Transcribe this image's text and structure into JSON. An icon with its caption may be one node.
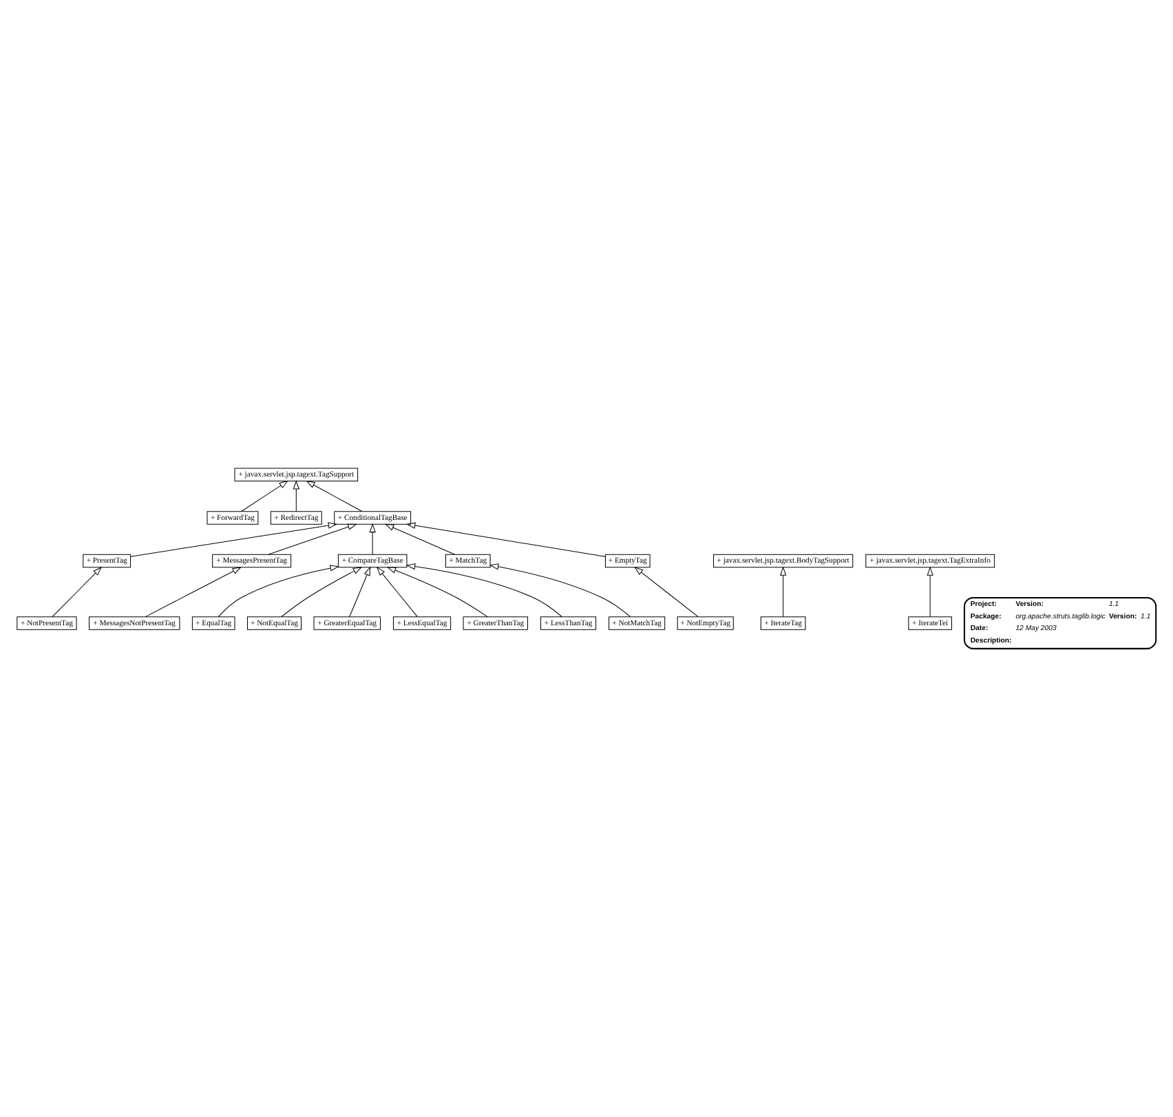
{
  "diagram": {
    "nodes": [
      {
        "text": [
          "+ javax.servlet.jsp.tagext.TagSupport"
        ]
      },
      {
        "text": [
          "+ ForwardTag"
        ]
      },
      {
        "text": [
          "+ RedirectTag"
        ]
      },
      {
        "text": [
          "+ ConditionalTagBase"
        ]
      },
      {
        "text": [
          "+ PresentTag"
        ]
      },
      {
        "text": [
          "+ MessagesPresentTag"
        ]
      },
      {
        "text": [
          "+ CompareTagBase"
        ]
      },
      {
        "text": [
          "+ MatchTag"
        ]
      },
      {
        "text": [
          "+ EmptyTag"
        ]
      },
      {
        "text": [
          "+ NotPresentTag"
        ]
      },
      {
        "text": [
          "+ EqualTag"
        ]
      },
      {
        "text": [
          "+ NotEqualTag"
        ]
      },
      {
        "text": [
          "+ GreaterEqualTag"
        ]
      },
      {
        "text": [
          "+ LessEqualTag"
        ]
      },
      {
        "text": [
          "+ NotEmptyTag"
        ]
      },
      {
        "text": [
          "+ MessagesNotPresentTag"
        ]
      },
      {
        "text": [
          "+ NotMatchTag"
        ]
      },
      {
        "text": [
          "+ GreaterThanTag"
        ]
      },
      {
        "text": [
          "+ LessThanTag"
        ]
      },
      {
        "text": [
          "+ javax.servlet.jsp.tagext.BodyTagSupport"
        ]
      },
      {
        "text": [
          "+ javax.servlet.jsp.tagext.TagExtraInfo"
        ]
      },
      {
        "text": [
          "+ IterateTag"
        ]
      },
      {
        "text": [
          "+ IterateTei"
        ]
      },
      {
        "text": [
          "Project:",
          "Version:",
          "1.1",
          "Package:",
          "org.apache.struts.taglib.logic",
          "Version:",
          "1.1",
          "Date:",
          "12 May 2003",
          "Description:"
        ]
      }
    ],
    "edges": [
      {
        "from": 1,
        "to": 0,
        "arrow": "to"
      },
      {
        "from": 3,
        "to": 0,
        "arrow": "to"
      },
      {
        "from": 2,
        "to": 0,
        "arrow": "to"
      },
      {
        "from": 4,
        "to": 3,
        "arrow": "to"
      },
      {
        "from": 5,
        "to": 3,
        "arrow": "to"
      },
      {
        "from": 6,
        "to": 3,
        "arrow": "to"
      },
      {
        "from": 7,
        "to": 3,
        "arrow": "to"
      },
      {
        "from": 8,
        "to": 3,
        "arrow": "to"
      },
      {
        "from": 9,
        "to": 4,
        "arrow": "to"
      },
      {
        "from": 15,
        "to": 5,
        "arrow": "to"
      },
      {
        "from": 10,
        "to": 6,
        "arrow": "to"
      },
      {
        "from": 12,
        "to": 6,
        "arrow": "to"
      },
      {
        "from": 17,
        "to": 6,
        "arrow": "to"
      },
      {
        "from": 18,
        "to": 6,
        "arrow": "to"
      },
      {
        "from": 13,
        "to": 6,
        "arrow": "to"
      },
      {
        "from": 11,
        "to": 6,
        "arrow": "to"
      },
      {
        "from": 16,
        "to": 7,
        "arrow": "to"
      },
      {
        "from": 14,
        "to": 8,
        "arrow": "to"
      },
      {
        "from": 21,
        "to": 19,
        "arrow": "to"
      },
      {
        "from": 22,
        "to": 20,
        "arrow": "to"
      }
    ]
  }
}
